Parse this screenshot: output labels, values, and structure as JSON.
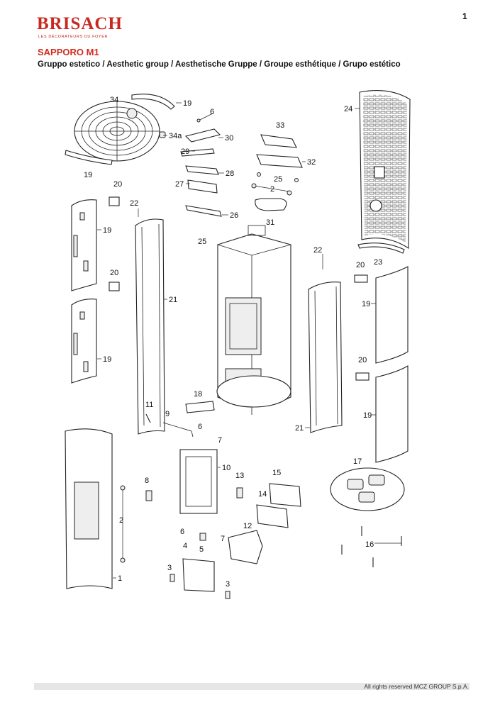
{
  "header": {
    "logo_word": "BRISACH",
    "logo_tagline": "LES DÉCORATEURS DU FOYER",
    "page_number": "1",
    "model": "SAPPORO M1",
    "subtitle": "Gruppo estetico / Aesthetic group / Aesthetische Gruppe / Groupe esthétique / Grupo estético"
  },
  "parts": {
    "p1": "1",
    "p2": "2",
    "p3": "3",
    "p4": "4",
    "p5": "5",
    "p6": "6",
    "p7": "7",
    "p8": "8",
    "p9": "9",
    "p10": "10",
    "p11": "11",
    "p12": "12",
    "p13": "13",
    "p14": "14",
    "p15": "15",
    "p16": "16",
    "p17": "17",
    "p18": "18",
    "p19": "19",
    "p20": "20",
    "p21": "21",
    "p22": "22",
    "p23": "23",
    "p24": "24",
    "p25": "25",
    "p26": "26",
    "p27": "27",
    "p28": "28",
    "p29": "29",
    "p30": "30",
    "p31": "31",
    "p32": "32",
    "p33": "33",
    "p34": "34",
    "p34a": "34a"
  },
  "footer": {
    "rights": "All rights reserved MCZ GROUP S.p.A."
  },
  "colors": {
    "brand": "#c8281e",
    "model": "#d22a1e"
  }
}
